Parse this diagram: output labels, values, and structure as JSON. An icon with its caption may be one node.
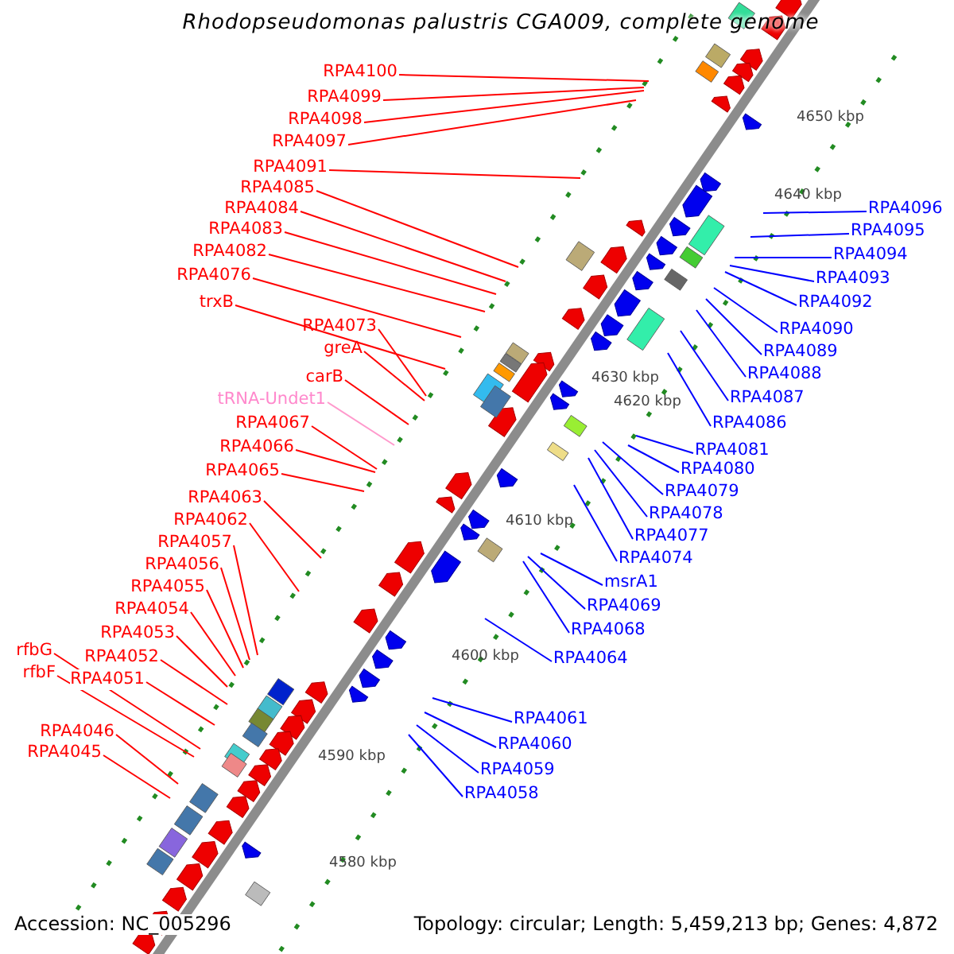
{
  "diagram": {
    "title": "Rhodopseudomonas palustris CGA009, complete genome",
    "nodes": [
      {
        "text": [
          "RPA4100"
        ]
      },
      {
        "text": [
          "RPA4099"
        ]
      },
      {
        "text": [
          "RPA4098"
        ]
      },
      {
        "text": [
          "RPA4097"
        ]
      },
      {
        "text": [
          "RPA4091"
        ]
      },
      {
        "text": [
          "RPA4085"
        ]
      },
      {
        "text": [
          "RPA4084"
        ]
      },
      {
        "text": [
          "RPA4083"
        ]
      },
      {
        "text": [
          "RPA4082"
        ]
      },
      {
        "text": [
          "RPA4076"
        ]
      },
      {
        "text": [
          "trxB"
        ]
      },
      {
        "text": [
          "RPA4073"
        ]
      },
      {
        "text": [
          "greA"
        ]
      },
      {
        "text": [
          "carB"
        ]
      },
      {
        "text": [
          "tRNA-Undet1"
        ]
      },
      {
        "text": [
          "RPA4067"
        ]
      },
      {
        "text": [
          "RPA4066"
        ]
      },
      {
        "text": [
          "RPA4065"
        ]
      },
      {
        "text": [
          "RPA4063"
        ]
      },
      {
        "text": [
          "RPA4062"
        ]
      },
      {
        "text": [
          "RPA4057"
        ]
      },
      {
        "text": [
          "RPA4056"
        ]
      },
      {
        "text": [
          "RPA4055"
        ]
      },
      {
        "text": [
          "RPA4054"
        ]
      },
      {
        "text": [
          "RPA4053"
        ]
      },
      {
        "text": [
          "rfbG"
        ]
      },
      {
        "text": [
          "RPA4052"
        ]
      },
      {
        "text": [
          "rfbF"
        ]
      },
      {
        "text": [
          "RPA4051"
        ]
      },
      {
        "text": [
          "RPA4046"
        ]
      },
      {
        "text": [
          "RPA4045"
        ]
      },
      {
        "text": [
          "RPA4096"
        ]
      },
      {
        "text": [
          "RPA4095"
        ]
      },
      {
        "text": [
          "RPA4094"
        ]
      },
      {
        "text": [
          "RPA4093"
        ]
      },
      {
        "text": [
          "RPA4092"
        ]
      },
      {
        "text": [
          "RPA4090"
        ]
      },
      {
        "text": [
          "RPA4089"
        ]
      },
      {
        "text": [
          "RPA4088"
        ]
      },
      {
        "text": [
          "RPA4087"
        ]
      },
      {
        "text": [
          "RPA4086"
        ]
      },
      {
        "text": [
          "RPA4081"
        ]
      },
      {
        "text": [
          "RPA4080"
        ]
      },
      {
        "text": [
          "RPA4079"
        ]
      },
      {
        "text": [
          "RPA4078"
        ]
      },
      {
        "text": [
          "RPA4077"
        ]
      },
      {
        "text": [
          "RPA4074"
        ]
      },
      {
        "text": [
          "msrA1"
        ]
      },
      {
        "text": [
          "RPA4069"
        ]
      },
      {
        "text": [
          "RPA4068"
        ]
      },
      {
        "text": [
          "RPA4064"
        ]
      },
      {
        "text": [
          "RPA4061"
        ]
      },
      {
        "text": [
          "RPA4060"
        ]
      },
      {
        "text": [
          "RPA4059"
        ]
      },
      {
        "text": [
          "RPA4058"
        ]
      }
    ],
    "edges": [
      {
        "from": 0,
        "to": null,
        "arrow": "none"
      },
      {
        "from": 1,
        "to": null,
        "arrow": "none"
      },
      {
        "from": 2,
        "to": null,
        "arrow": "none"
      },
      {
        "from": 3,
        "to": null,
        "arrow": "none"
      },
      {
        "from": 4,
        "to": null,
        "arrow": "none"
      },
      {
        "from": 5,
        "to": null,
        "arrow": "none"
      },
      {
        "from": 6,
        "to": null,
        "arrow": "none"
      },
      {
        "from": 7,
        "to": null,
        "arrow": "none"
      },
      {
        "from": 8,
        "to": null,
        "arrow": "none"
      },
      {
        "from": 9,
        "to": null,
        "arrow": "none"
      },
      {
        "from": 10,
        "to": null,
        "arrow": "none"
      },
      {
        "from": 11,
        "to": null,
        "arrow": "none"
      },
      {
        "from": 12,
        "to": null,
        "arrow": "none"
      },
      {
        "from": 13,
        "to": null,
        "arrow": "none"
      },
      {
        "from": 14,
        "to": null,
        "arrow": "none",
        "color": "#ff99cc"
      },
      {
        "from": 15,
        "to": null,
        "arrow": "none"
      },
      {
        "from": 16,
        "to": null,
        "arrow": "none"
      },
      {
        "from": 17,
        "to": null,
        "arrow": "none"
      },
      {
        "from": 18,
        "to": null,
        "arrow": "none"
      },
      {
        "from": 19,
        "to": null,
        "arrow": "none"
      },
      {
        "from": 20,
        "to": null,
        "arrow": "none"
      },
      {
        "from": 21,
        "to": null,
        "arrow": "none"
      },
      {
        "from": 22,
        "to": null,
        "arrow": "none"
      },
      {
        "from": 23,
        "to": null,
        "arrow": "none"
      },
      {
        "from": 24,
        "to": null,
        "arrow": "none"
      },
      {
        "from": 25,
        "to": null,
        "arrow": "none"
      },
      {
        "from": 26,
        "to": null,
        "arrow": "none"
      },
      {
        "from": 27,
        "to": null,
        "arrow": "none"
      },
      {
        "from": 28,
        "to": null,
        "arrow": "none"
      },
      {
        "from": 29,
        "to": null,
        "arrow": "none"
      },
      {
        "from": 30,
        "to": null,
        "arrow": "none"
      },
      {
        "from": 31,
        "to": null,
        "arrow": "none",
        "color": "#0000ff"
      },
      {
        "from": 32,
        "to": null,
        "arrow": "none",
        "color": "#0000ff"
      },
      {
        "from": 33,
        "to": null,
        "arrow": "none",
        "color": "#0000ff"
      },
      {
        "from": 34,
        "to": null,
        "arrow": "none",
        "color": "#0000ff"
      },
      {
        "from": 35,
        "to": null,
        "arrow": "none",
        "color": "#0000ff"
      },
      {
        "from": 36,
        "to": null,
        "arrow": "none",
        "color": "#0000ff"
      },
      {
        "from": 37,
        "to": null,
        "arrow": "none",
        "color": "#0000ff"
      },
      {
        "from": 38,
        "to": null,
        "arrow": "none",
        "color": "#0000ff"
      },
      {
        "from": 39,
        "to": null,
        "arrow": "none",
        "color": "#0000ff"
      },
      {
        "from": 40,
        "to": null,
        "arrow": "none",
        "color": "#0000ff"
      },
      {
        "from": 41,
        "to": null,
        "arrow": "none",
        "color": "#0000ff"
      },
      {
        "from": 42,
        "to": null,
        "arrow": "none",
        "color": "#0000ff"
      },
      {
        "from": 43,
        "to": null,
        "arrow": "none",
        "color": "#0000ff"
      },
      {
        "from": 44,
        "to": null,
        "arrow": "none",
        "color": "#0000ff"
      },
      {
        "from": 45,
        "to": null,
        "arrow": "none",
        "color": "#0000ff"
      },
      {
        "from": 46,
        "to": null,
        "arrow": "none",
        "color": "#0000ff"
      },
      {
        "from": 47,
        "to": null,
        "arrow": "none",
        "color": "#0000ff"
      },
      {
        "from": 48,
        "to": null,
        "arrow": "none",
        "color": "#0000ff"
      },
      {
        "from": 49,
        "to": null,
        "arrow": "none",
        "color": "#0000ff"
      },
      {
        "from": 50,
        "to": null,
        "arrow": "none",
        "color": "#0000ff"
      },
      {
        "from": 51,
        "to": null,
        "arrow": "none",
        "color": "#0000ff"
      },
      {
        "from": 52,
        "to": null,
        "arrow": "none",
        "color": "#0000ff"
      },
      {
        "from": 53,
        "to": null,
        "arrow": "none",
        "color": "#0000ff"
      },
      {
        "from": 54,
        "to": null,
        "arrow": "none",
        "color": "#0000ff"
      }
    ],
    "labels": [
      "4650 kbp",
      "4640 kbp",
      "4630 kbp",
      "4620 kbp",
      "4610 kbp",
      "4600 kbp",
      "4590 kbp",
      "4580 kbp",
      "Accession: NC_005296",
      "Topology: circular; Length: 5,459,213 bp; Genes: 4,872"
    ]
  }
}
